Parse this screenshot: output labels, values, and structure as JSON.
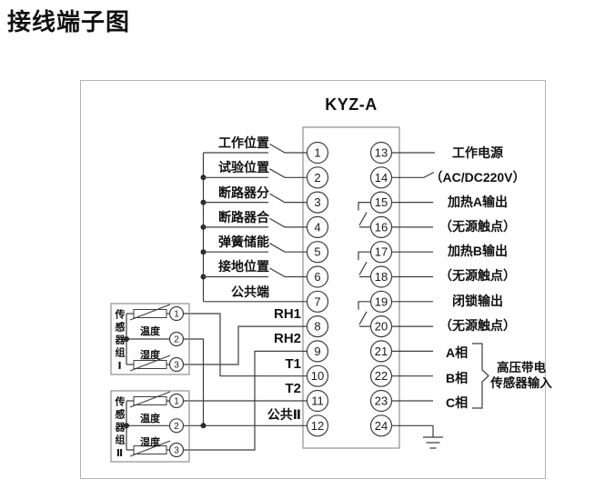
{
  "title": "接线端子图",
  "device_label": "KYZ-A",
  "terminals": {
    "left": [
      "1",
      "2",
      "3",
      "4",
      "5",
      "6",
      "7",
      "8",
      "9",
      "10",
      "11",
      "12"
    ],
    "right": [
      "13",
      "14",
      "15",
      "16",
      "17",
      "18",
      "19",
      "20",
      "21",
      "22",
      "23",
      "24"
    ]
  },
  "left_labels": [
    "工作位置",
    "试验位置",
    "断路器分",
    "断路器合",
    "弹簧储能",
    "接地位置",
    "公共端",
    "RH1",
    "RH2",
    "T1",
    "T2",
    "公共Ⅱ"
  ],
  "right_labels": {
    "power_line1": "工作电源",
    "power_line2": "（AC/DC220V）",
    "heater_a_line1": "加热A输出",
    "heater_a_line2": "（无源触点）",
    "heater_b_line1": "加热B输出",
    "heater_b_line2": "（无源触点）",
    "interlock_line1": "闭锁输出",
    "interlock_line2": "（无源触点）",
    "phase_a": "A相",
    "phase_b": "B相",
    "phase_c": "C相",
    "hv_line1": "高压带电",
    "hv_line2": "传感器输入"
  },
  "sensor_groups": [
    {
      "name": "传感器组Ⅰ",
      "temperature_label": "温度",
      "humidity_label": "湿度",
      "terminals": [
        "1",
        "2",
        "3"
      ]
    },
    {
      "name": "传感器组Ⅱ",
      "temperature_label": "温度",
      "humidity_label": "湿度",
      "terminals": [
        "1",
        "2",
        "3"
      ]
    }
  ],
  "colors": {
    "wire": "#3d3d3d",
    "box_border": "#8f8f8f",
    "frame_border": "#b3b3b3",
    "text": "#111111",
    "background": "#ffffff"
  }
}
